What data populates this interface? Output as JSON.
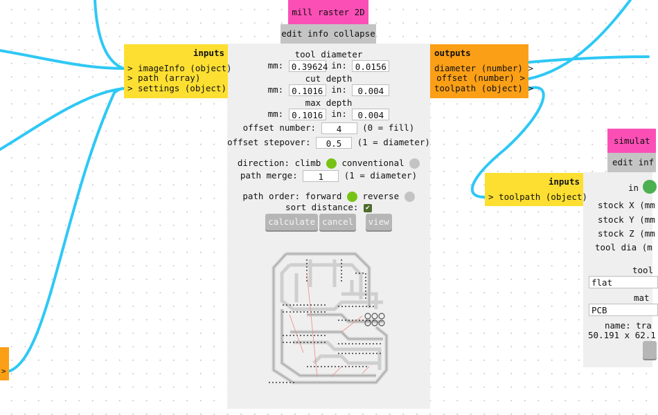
{
  "wire_color": "#2ec8f5",
  "mill": {
    "title": "mill raster 2D",
    "menu": [
      "edit",
      "info",
      "collapse"
    ],
    "inputs": {
      "header": "inputs",
      "items": [
        "> imageInfo (object)",
        "> path (array)",
        "> settings (object)"
      ]
    },
    "outputs": {
      "header": "outputs",
      "items": [
        "diameter (number) >",
        "offset (number) >",
        "toolpath (object) >"
      ]
    },
    "tool_diameter": {
      "label": "tool diameter",
      "mm_label": "mm:",
      "mm": "0.39624",
      "in_label": "in:",
      "in": "0.0156"
    },
    "cut_depth": {
      "label": "cut depth",
      "mm_label": "mm:",
      "mm": "0.1016",
      "in_label": "in:",
      "in": "0.004"
    },
    "max_depth": {
      "label": "max depth",
      "mm_label": "mm:",
      "mm": "0.1016",
      "in_label": "in:",
      "in": "0.004"
    },
    "offset_number": {
      "label": "offset number:",
      "value": "4",
      "hint": "(0 = fill)"
    },
    "offset_stepover": {
      "label": "offset stepover:",
      "value": "0.5",
      "hint": "(1 = diameter)"
    },
    "direction": {
      "label": "direction:",
      "option_a": "climb",
      "option_a_selected": true,
      "option_b": "conventional",
      "option_b_selected": false
    },
    "path_merge": {
      "label": "path merge:",
      "value": "1",
      "hint": "(1 = diameter)"
    },
    "path_order": {
      "label": "path order:",
      "option_a": "forward",
      "option_a_selected": true,
      "option_b": "reverse",
      "option_b_selected": false
    },
    "sort_distance": {
      "label": "sort distance:",
      "checked": true,
      "check_glyph": "✔"
    },
    "buttons": {
      "calculate": "calculate",
      "cancel": "cancel",
      "view": "view"
    }
  },
  "simulate": {
    "title": "simulat",
    "menu": "edit inf",
    "inputs": {
      "header": "inputs",
      "items": [
        "> toolpath (object)"
      ]
    },
    "in_label": "in",
    "fields": [
      "stock X (mm",
      "stock Y (mm",
      "stock Z (mm",
      "tool dia (m"
    ],
    "tool_label": "tool",
    "tool_value": "flat",
    "material_label": "mat",
    "material_value": "PCB",
    "name_text": "name: tra",
    "size_text": "50.191 x 62.1"
  },
  "left_node": {
    "arrow": ">"
  }
}
